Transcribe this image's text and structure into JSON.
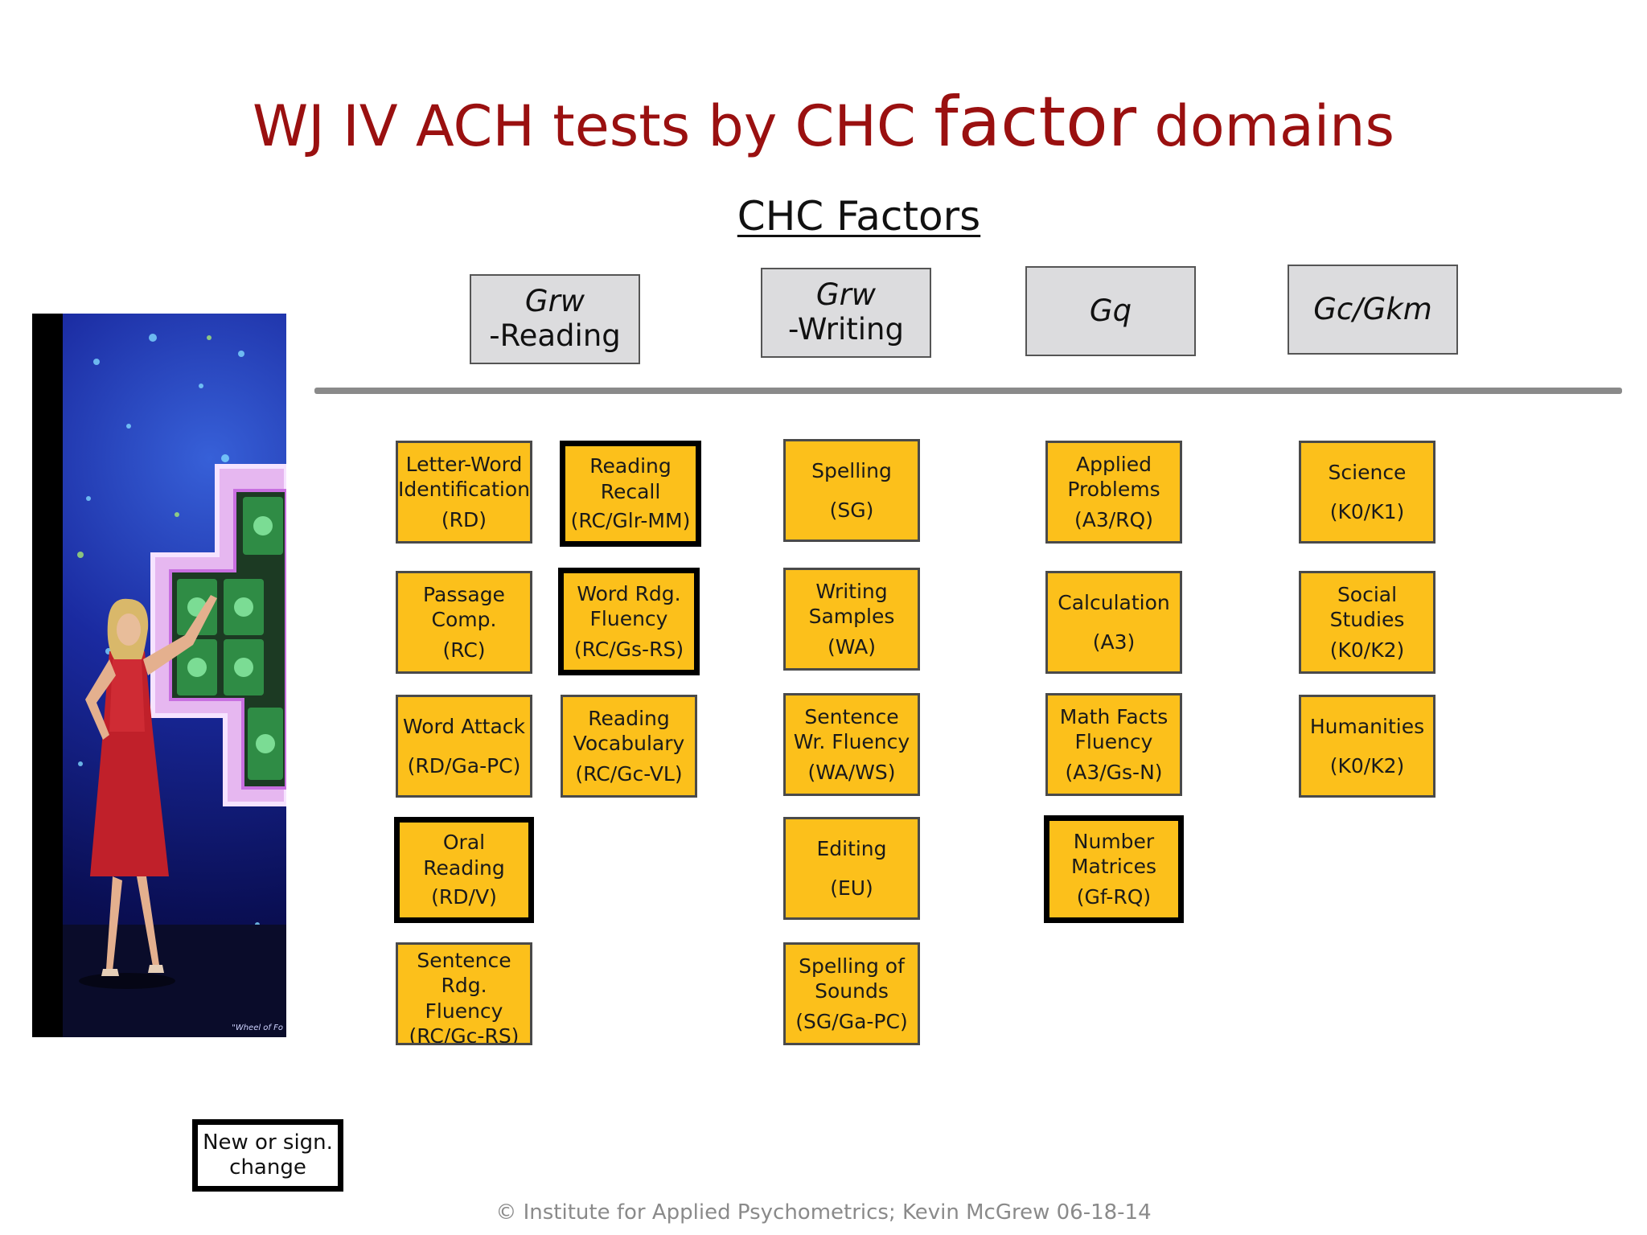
{
  "title": {
    "main_a": "WJ IV ACH tests by CHC ",
    "main_big": "factor",
    "main_b": " domains"
  },
  "subtitle": "CHC Factors",
  "factors": [
    {
      "name": "Grw",
      "sub": "-Reading"
    },
    {
      "name": "Grw",
      "sub": "-Writing"
    },
    {
      "name": "Gq",
      "sub": ""
    },
    {
      "name": "Gc/Gkm",
      "sub": ""
    }
  ],
  "tests": [
    {
      "name": "Letter-Word Identification",
      "code": "(RD)",
      "changed": false
    },
    {
      "name": "Passage Comp.",
      "code": "(RC)",
      "changed": false
    },
    {
      "name": "Word Attack",
      "code": "(RD/Ga-PC)",
      "changed": false
    },
    {
      "name": "Oral Reading",
      "code": "(RD/V)",
      "changed": true
    },
    {
      "name": "Sentence Rdg. Fluency",
      "code": "(RC/Gc-RS)",
      "changed": false
    },
    {
      "name": "Reading Recall",
      "code": "(RC/Glr-MM)",
      "changed": true
    },
    {
      "name": "Word Rdg. Fluency",
      "code": "(RC/Gs-RS)",
      "changed": true
    },
    {
      "name": "Reading Vocabulary",
      "code": "(RC/Gc-VL)",
      "changed": false
    },
    {
      "name": "Spelling",
      "code": "(SG)",
      "changed": false
    },
    {
      "name": "Writing Samples",
      "code": "(WA)",
      "changed": false
    },
    {
      "name": "Sentence Wr. Fluency",
      "code": "(WA/WS)",
      "changed": false
    },
    {
      "name": "Editing",
      "code": "(EU)",
      "changed": false
    },
    {
      "name": "Spelling of Sounds",
      "code": "(SG/Ga-PC)",
      "changed": false
    },
    {
      "name": "Applied Problems",
      "code": "(A3/RQ)",
      "changed": false
    },
    {
      "name": "Calculation",
      "code": "(A3)",
      "changed": false
    },
    {
      "name": "Math Facts Fluency",
      "code": "(A3/Gs-N)",
      "changed": false
    },
    {
      "name": "Number Matrices",
      "code": "(Gf-RQ)",
      "changed": true
    },
    {
      "name": "Science",
      "code": "(K0/K1)",
      "changed": false
    },
    {
      "name": "Social Studies",
      "code": "(K0/K2)",
      "changed": false
    },
    {
      "name": "Humanities",
      "code": "(K0/K2)",
      "changed": false
    }
  ],
  "legend": "New or sign. change",
  "footer": "© Institute for Applied Psychometrics;  Kevin McGrew 06-18-14",
  "photo_caption": "\"Wheel of Fo",
  "colors": {
    "title": "#9a1010",
    "test_box": "#fcc01b",
    "factor_box": "#dcdcde",
    "divider": "#8a8a8a"
  }
}
